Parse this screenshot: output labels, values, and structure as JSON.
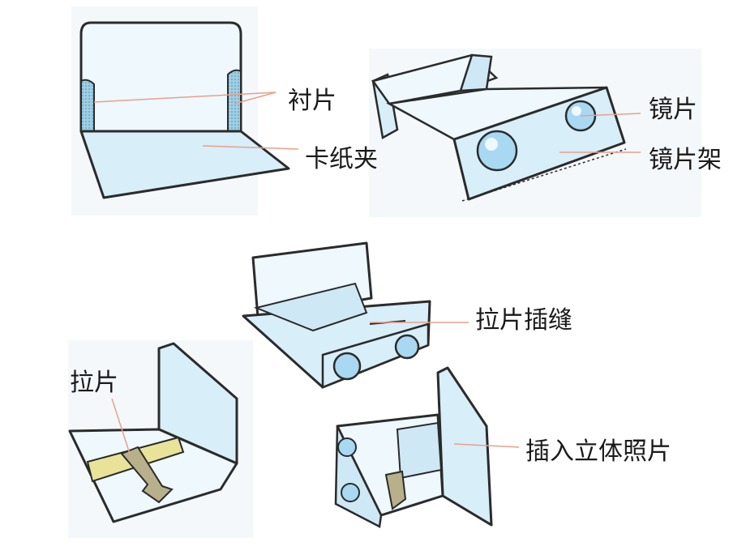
{
  "labels": {
    "lining": "衬片",
    "card_clip": "卡纸夹",
    "lens": "镜片",
    "lens_frame": "镜片架",
    "tab_slot": "拉片插缝",
    "pull_tab": "拉片",
    "insert_photo": "插入立体照片"
  },
  "colors": {
    "paper_fill": "#d8eef8",
    "paper_light": "#eef8fd",
    "outline": "#2b2b2b",
    "lens_fill": "#a9d8f2",
    "tab_fill": "#e9e39a",
    "arrow_fill": "#b8b08a",
    "leader_line": "#e8a08c"
  }
}
